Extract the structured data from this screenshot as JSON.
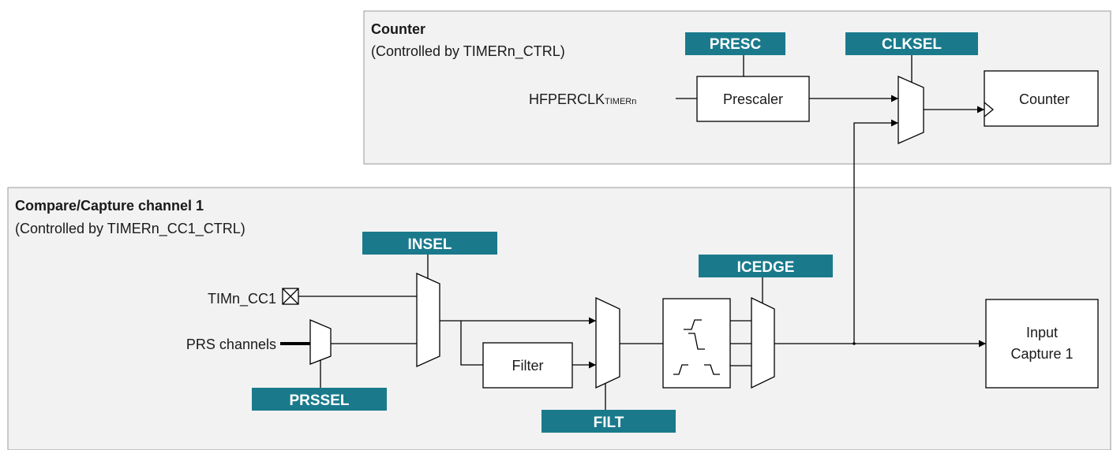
{
  "counter_section": {
    "title": "Counter",
    "subtitle": "(Controlled by TIMERn_CTRL)",
    "clock_label": "HFPERCLK",
    "clock_subscript": "TIMERn",
    "prescaler_label": "Prescaler",
    "counter_label": "Counter",
    "presc_reg": "PRESC",
    "clksel_reg": "CLKSEL"
  },
  "cc_section": {
    "title": "Compare/Capture channel 1",
    "subtitle": "(Controlled by TIMERn_CC1_CTRL)",
    "pin_label": "TIMn_CC1",
    "prs_label": "PRS channels",
    "insel_reg": "INSEL",
    "prssel_reg": "PRSSEL",
    "filter_label": "Filter",
    "filt_reg": "FILT",
    "icedge_reg": "ICEDGE",
    "input_capture_line1": "Input",
    "input_capture_line2": "Capture 1"
  },
  "colors": {
    "register_fill": "#1a7a8c",
    "section_fill": "#f2f2f2",
    "section_border": "#999999"
  }
}
